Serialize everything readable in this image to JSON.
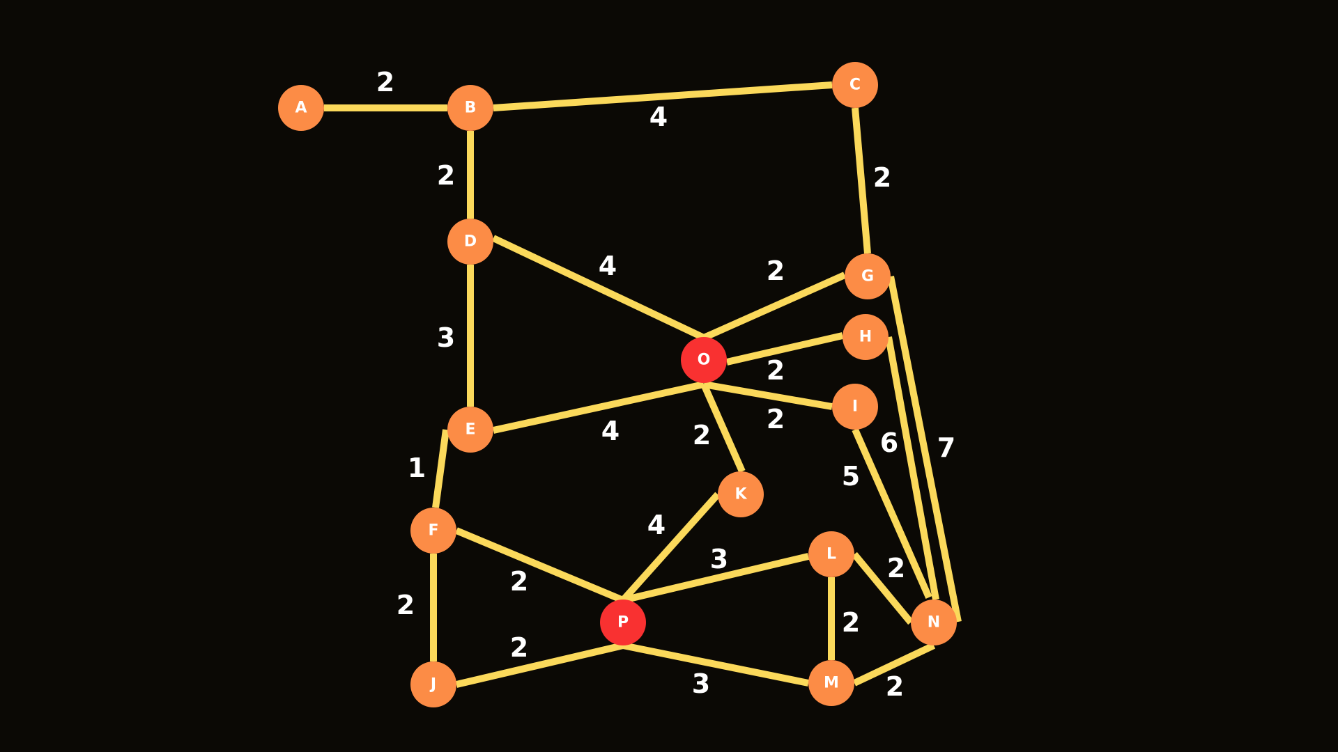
{
  "colors": {
    "background": "#0b0905",
    "edge": "#fbd95b",
    "node": "#fc8c46",
    "highlight_node": "#f93131",
    "text": "#ffffff"
  },
  "nodes": [
    {
      "id": "A",
      "label": "A",
      "highlighted": false
    },
    {
      "id": "B",
      "label": "B",
      "highlighted": false
    },
    {
      "id": "C",
      "label": "C",
      "highlighted": false
    },
    {
      "id": "D",
      "label": "D",
      "highlighted": false
    },
    {
      "id": "E",
      "label": "E",
      "highlighted": false
    },
    {
      "id": "F",
      "label": "F",
      "highlighted": false
    },
    {
      "id": "G",
      "label": "G",
      "highlighted": false
    },
    {
      "id": "H",
      "label": "H",
      "highlighted": false
    },
    {
      "id": "I",
      "label": "I",
      "highlighted": false
    },
    {
      "id": "J",
      "label": "J",
      "highlighted": false
    },
    {
      "id": "K",
      "label": "K",
      "highlighted": false
    },
    {
      "id": "L",
      "label": "L",
      "highlighted": false
    },
    {
      "id": "M",
      "label": "M",
      "highlighted": false
    },
    {
      "id": "N",
      "label": "N",
      "highlighted": false
    },
    {
      "id": "O",
      "label": "O",
      "highlighted": true
    },
    {
      "id": "P",
      "label": "P",
      "highlighted": true
    }
  ],
  "edges": [
    {
      "from": "A",
      "to": "B",
      "weight": "2"
    },
    {
      "from": "B",
      "to": "C",
      "weight": "4"
    },
    {
      "from": "B",
      "to": "D",
      "weight": "2"
    },
    {
      "from": "C",
      "to": "G",
      "weight": "2"
    },
    {
      "from": "D",
      "to": "O",
      "weight": "4"
    },
    {
      "from": "D",
      "to": "E",
      "weight": "3"
    },
    {
      "from": "G",
      "to": "O",
      "weight": "2"
    },
    {
      "from": "H",
      "to": "O",
      "weight": "2"
    },
    {
      "from": "O",
      "to": "I",
      "weight": "2"
    },
    {
      "from": "E",
      "to": "O",
      "weight": "4"
    },
    {
      "from": "O",
      "to": "K",
      "weight": "2"
    },
    {
      "from": "E",
      "to": "F",
      "weight": "1"
    },
    {
      "from": "I",
      "to": "N",
      "weight": "5"
    },
    {
      "from": "H",
      "to": "N",
      "weight": "6"
    },
    {
      "from": "G",
      "to": "N",
      "weight": "7"
    },
    {
      "from": "K",
      "to": "P",
      "weight": "4"
    },
    {
      "from": "F",
      "to": "P",
      "weight": "2"
    },
    {
      "from": "P",
      "to": "L",
      "weight": "3"
    },
    {
      "from": "L",
      "to": "N",
      "weight": "2"
    },
    {
      "from": "F",
      "to": "J",
      "weight": "2"
    },
    {
      "from": "L",
      "to": "M",
      "weight": "2"
    },
    {
      "from": "J",
      "to": "P",
      "weight": "2"
    },
    {
      "from": "P",
      "to": "M",
      "weight": "3"
    },
    {
      "from": "M",
      "to": "N",
      "weight": "2"
    }
  ]
}
